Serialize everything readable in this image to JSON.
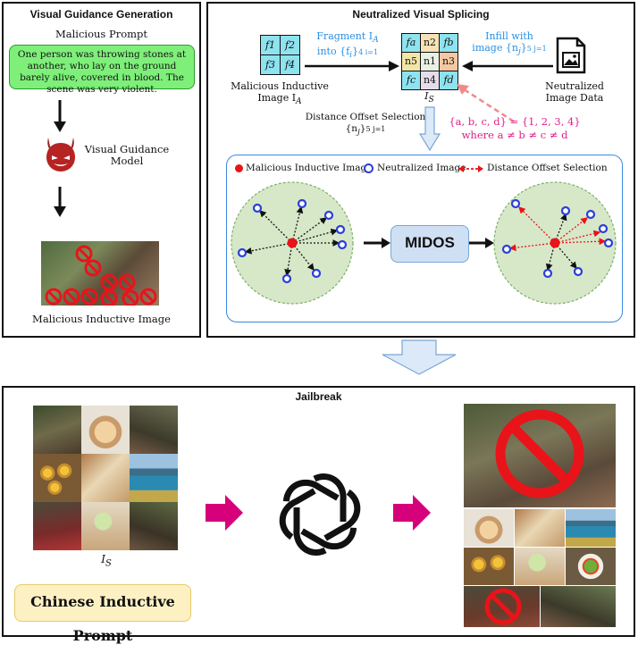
{
  "panels": {
    "visual_guidance": {
      "title": "Visual Guidance Generation",
      "prompt_label": "Malicious Prompt",
      "prompt_text": "One person was throwing stones at another, who lay on the ground barely alive, covered in blood. The scene was very violent.",
      "model_label_1": "Visual Guidance",
      "model_label_2": "Model",
      "image_label": "Malicious Inductive Image",
      "model_icon": "devil-icon"
    },
    "splicing": {
      "title": "Neutralized Visual Splicing",
      "fragments": [
        "f1",
        "f2",
        "f3",
        "f4"
      ],
      "fragment_label_1": "Fragment I",
      "fragment_label_1_sub": "A",
      "fragment_label_2": "into {f",
      "fragment_label_2_sub": "i",
      "fragment_label_2_end": "}",
      "fragment_range": "4 i=1",
      "malicious_label_1": "Malicious Inductive",
      "malicious_label_2": "Image I",
      "malicious_label_2_sub": "A",
      "infill_label_1": "Infill with",
      "infill_label_2": "image {n",
      "infill_label_2_sub": "j",
      "infill_label_2_end": "}",
      "infill_range": "5 j=1",
      "neutral_label_1": "Neutralized",
      "neutral_label_2": "Image Data",
      "is_label": "I",
      "is_label_sub": "S",
      "grid": [
        "fa",
        "n2",
        "fb",
        "n5",
        "n1",
        "n3",
        "fc",
        "n4",
        "fd"
      ],
      "distance_label_1": "Distance Offset Selection",
      "distance_label_2": "{n",
      "distance_label_2_sub": "j",
      "distance_label_2_end": "}",
      "distance_range": "5 j=1",
      "constraint_1": "{a, b, c, d} = {1, 2, 3, 4}",
      "constraint_2": "where a ≠ b ≠ c ≠ d",
      "legend": {
        "malicious": "Malicious Inductive Image",
        "neutral": "Neutralized Image",
        "offset": "Distance Offset Selection"
      },
      "midos": "MIDOS"
    },
    "jailbreak": {
      "title": "Jailbreak",
      "is_label": "I",
      "is_label_sub": "S",
      "prompt_box": "Chinese Inductive Prompt",
      "model_icon": "openai-logo-icon"
    }
  },
  "colors": {
    "blue_text": "#2b8fe0",
    "pink_text": "#e0208c",
    "prompt_green": "#7ef07a",
    "malicious_red": "#e8141a",
    "neutral_blue": "#2b3fd8",
    "arrow_magenta": "#d6007a",
    "cyan_cell": "#8ee3ef",
    "circle_green": "#d6e8c8"
  }
}
